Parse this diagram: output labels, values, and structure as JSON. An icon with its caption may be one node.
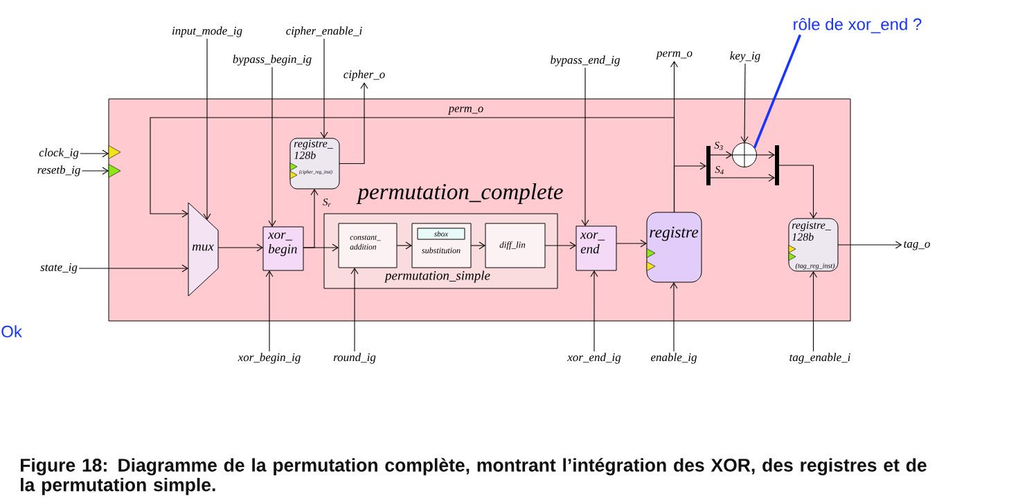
{
  "diagram": {
    "caption": "Figure 18: Diagramme de la permutation complète, montrant l’intégration des XOR, des registres et de la permutation simple.",
    "nodes": [
      {
        "text": [
          "permutation_complete"
        ]
      },
      {
        "text": [
          "mux"
        ],
        "in": 0
      },
      {
        "text": [
          "xor_ begin"
        ],
        "in": 0
      },
      {
        "text": [
          "registre_ 128b",
          "(cipher_reg_inst)"
        ],
        "in": 0
      },
      {
        "text": [
          "permutation_simple"
        ],
        "in": 0
      },
      {
        "text": [
          "constant_ addition"
        ],
        "in": 4
      },
      {
        "text": [
          "substitution"
        ],
        "in": 4
      },
      {
        "text": [
          "sbox"
        ],
        "in": 6
      },
      {
        "text": [
          "diff_lin"
        ],
        "in": 4
      },
      {
        "text": [
          "xor_ end"
        ],
        "in": 0
      },
      {
        "text": [
          "registre"
        ],
        "in": 0
      },
      {
        "text": [],
        "shape": "bar",
        "in": 0
      },
      {
        "text": [],
        "shape": "circle",
        "in": 0
      },
      {
        "text": [],
        "shape": "bar",
        "in": 0
      },
      {
        "text": [
          "registre_ 128b",
          "(tag_reg_inst)"
        ],
        "in": 0
      },
      {
        "text": [
          "input_mode_ig"
        ]
      },
      {
        "text": [
          "cipher_enable_i"
        ]
      },
      {
        "text": [
          "bypass_begin_ig"
        ]
      },
      {
        "text": [
          "cipher_o"
        ]
      },
      {
        "text": [
          "bypass_end_ig"
        ]
      },
      {
        "text": [
          "perm_o"
        ]
      },
      {
        "text": [
          "key_ig"
        ]
      },
      {
        "text": [
          "rôle de xor_end ?"
        ]
      },
      {
        "text": [
          "clock_ig"
        ]
      },
      {
        "text": [
          "resetb_ig"
        ]
      },
      {
        "text": [
          "state_ig"
        ]
      },
      {
        "text": [
          "tag_o"
        ]
      },
      {
        "text": [
          "xor_begin_ig"
        ]
      },
      {
        "text": [
          "round_ig"
        ]
      },
      {
        "text": [
          "xor_end_ig"
        ]
      },
      {
        "text": [
          "enable_ig"
        ]
      },
      {
        "text": [
          "tag_enable_i"
        ]
      }
    ],
    "edges": [
      {
        "from": 15,
        "to": 1,
        "arrow": "to"
      },
      {
        "from": 16,
        "to": 3,
        "arrow": "to"
      },
      {
        "from": 17,
        "to": 2,
        "arrow": "to"
      },
      {
        "from": 3,
        "to": 18,
        "arrow": "to"
      },
      {
        "from": 19,
        "to": 9,
        "arrow": "to"
      },
      {
        "from": 10,
        "to": 20,
        "arrow": "to"
      },
      {
        "from": 10,
        "to": 1,
        "arrow": "to",
        "label": "perm_o"
      },
      {
        "from": 10,
        "to": 11,
        "arrow": "to"
      },
      {
        "from": 21,
        "to": 12,
        "arrow": "to"
      },
      {
        "from": 11,
        "to": 12,
        "arrow": "to",
        "label": "S$_{3}$"
      },
      {
        "from": 12,
        "to": 13,
        "arrow": "to"
      },
      {
        "from": 11,
        "to": 13,
        "arrow": "to",
        "label": "S$_{4}$"
      },
      {
        "from": 13,
        "to": 14,
        "arrow": "to"
      },
      {
        "from": 14,
        "to": 26,
        "arrow": "to"
      },
      {
        "from": 23,
        "to": 0,
        "arrow": "to"
      },
      {
        "from": 24,
        "to": 0,
        "arrow": "to"
      },
      {
        "from": 25,
        "to": 1,
        "arrow": "to"
      },
      {
        "from": 1,
        "to": 2,
        "arrow": "to"
      },
      {
        "from": 2,
        "to": 5,
        "arrow": "to"
      },
      {
        "from": 2,
        "to": 3,
        "arrow": "to",
        "label": "S$_{r}$"
      },
      {
        "from": 5,
        "to": 6,
        "arrow": "to"
      },
      {
        "from": 6,
        "to": 8,
        "arrow": "to"
      },
      {
        "from": 8,
        "to": 9,
        "arrow": "to"
      },
      {
        "from": 9,
        "to": 10,
        "arrow": "to"
      },
      {
        "from": 27,
        "to": 2,
        "arrow": "to"
      },
      {
        "from": 28,
        "to": 5,
        "arrow": "to"
      },
      {
        "from": 29,
        "to": 9,
        "arrow": "to"
      },
      {
        "from": 30,
        "to": 10,
        "arrow": "to"
      },
      {
        "from": 31,
        "to": 14,
        "arrow": "to"
      },
      {
        "from": 22,
        "to": 12,
        "arrow": "none",
        "style": "thick",
        "color": "#1a35ff"
      }
    ],
    "labels": [
      "Ok"
    ]
  }
}
